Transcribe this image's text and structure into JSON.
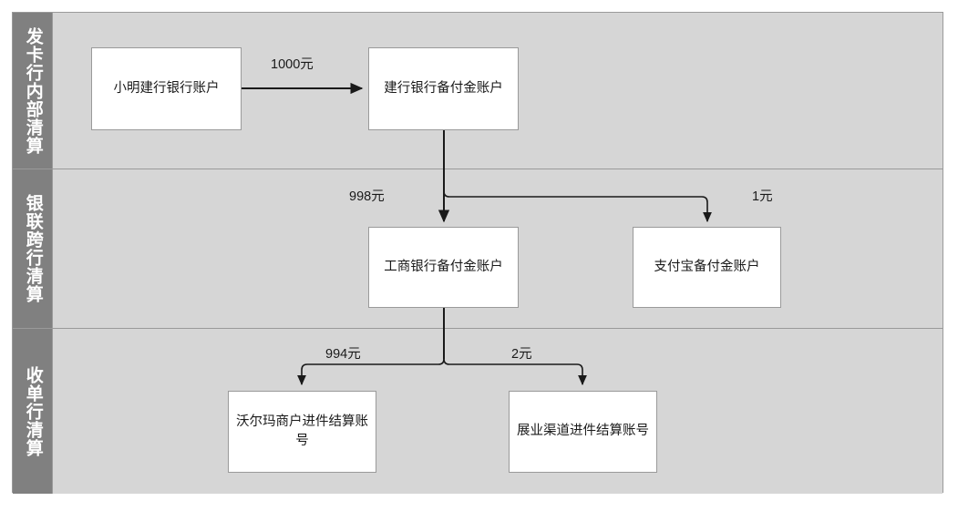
{
  "diagram": {
    "type": "swimlane-flowchart",
    "colors": {
      "lane_header_bg": "#808080",
      "lane_body_bg": "#d6d6d6",
      "node_bg": "#ffffff",
      "border": "#9a9a9a",
      "edge": "#1a1a1a",
      "lane_title_text": "#ffffff",
      "node_text": "#1a1a1a"
    },
    "lanes": [
      {
        "id": "lane-issuer",
        "title": "发卡行内部清算"
      },
      {
        "id": "lane-unionpay",
        "title": "银联跨行清算"
      },
      {
        "id": "lane-acquirer",
        "title": "收单行清算"
      }
    ],
    "nodes": [
      {
        "id": "node-xiaoming-ccb-account",
        "label": "小明建行银行账户"
      },
      {
        "id": "node-ccb-reserve-account",
        "label": "建行银行备付金账户"
      },
      {
        "id": "node-icbc-reserve-account",
        "label": "工商银行备付金账户"
      },
      {
        "id": "node-alipay-reserve-account",
        "label": "支付宝备付金账户"
      },
      {
        "id": "node-walmart-settlement-account",
        "label": "沃尔玛商户进件结算账号"
      },
      {
        "id": "node-channel-settlement-account",
        "label": "展业渠道进件结算账号"
      }
    ],
    "edges": [
      {
        "id": "edge-xiaoming-to-ccb",
        "label": "1000元",
        "from": "node-xiaoming-ccb-account",
        "to": "node-ccb-reserve-account"
      },
      {
        "id": "edge-ccb-to-icbc",
        "label": "998元",
        "from": "node-ccb-reserve-account",
        "to": "node-icbc-reserve-account"
      },
      {
        "id": "edge-ccb-to-alipay",
        "label": "1元",
        "from": "node-ccb-reserve-account",
        "to": "node-alipay-reserve-account"
      },
      {
        "id": "edge-icbc-to-walmart",
        "label": "994元",
        "from": "node-icbc-reserve-account",
        "to": "node-walmart-settlement-account"
      },
      {
        "id": "edge-icbc-to-channel",
        "label": "2元",
        "from": "node-icbc-reserve-account",
        "to": "node-channel-settlement-account"
      }
    ]
  }
}
